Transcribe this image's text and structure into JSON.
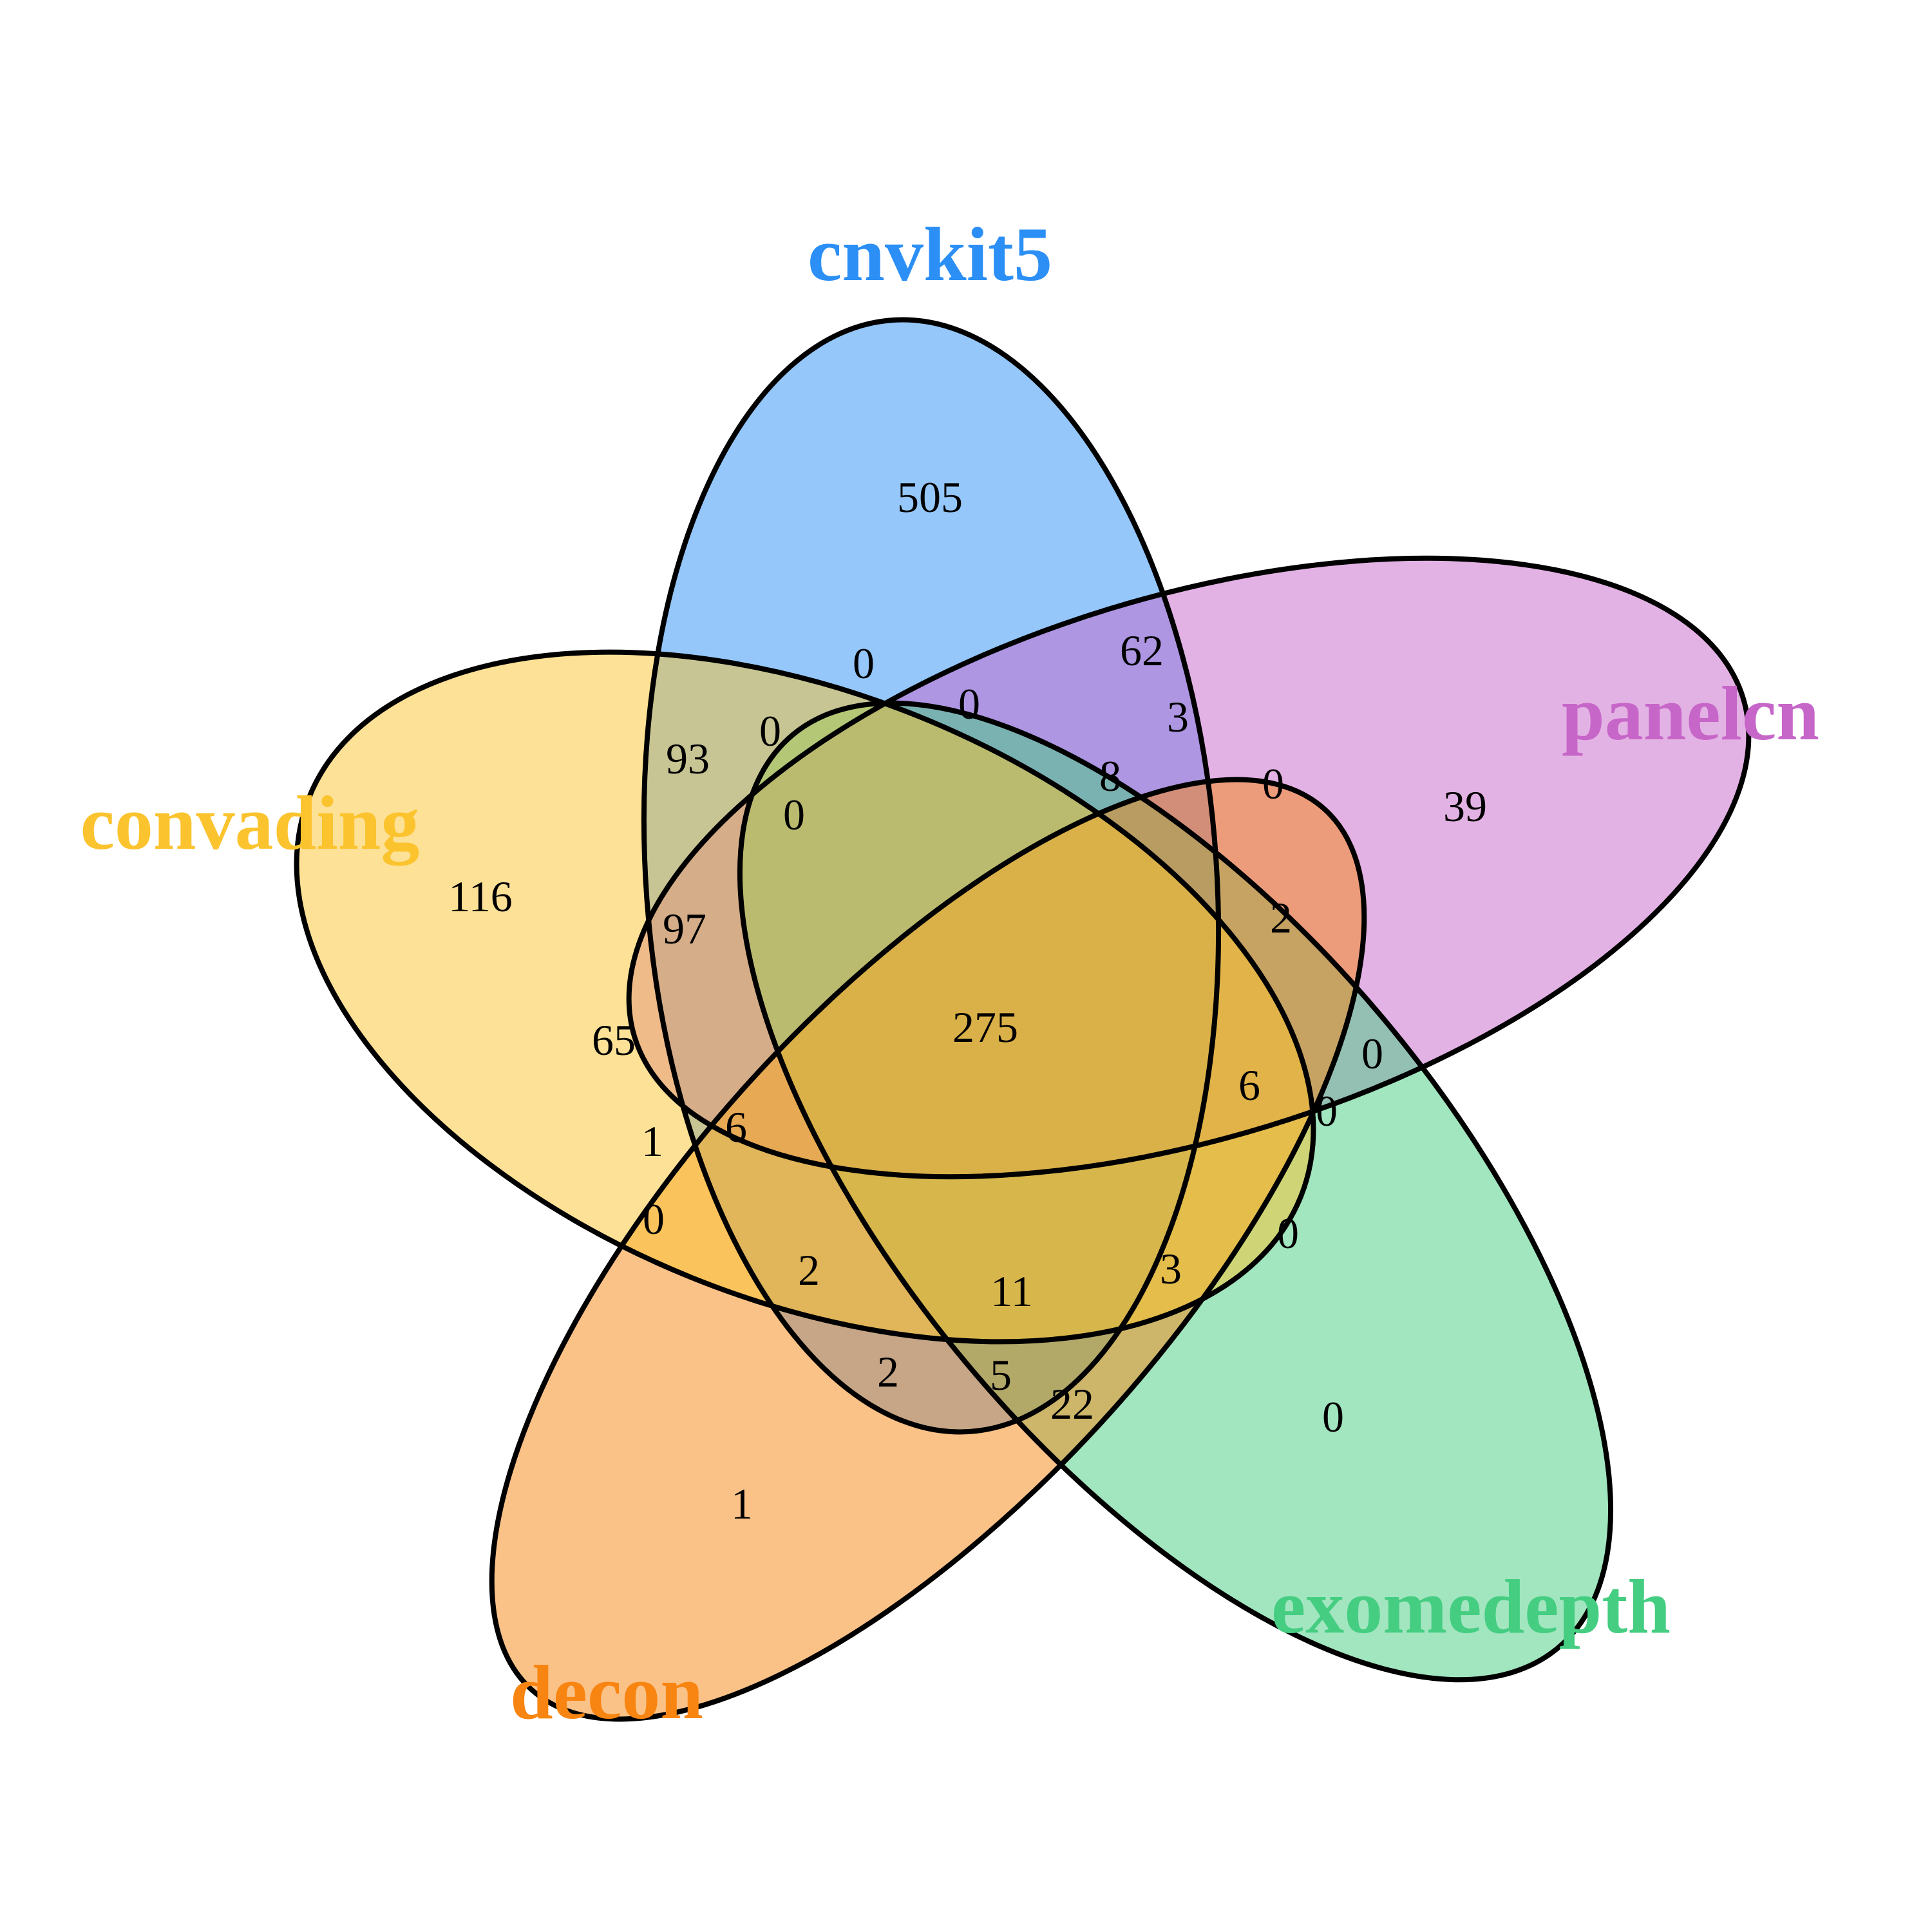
{
  "sets": [
    {
      "id": "cnvkit5",
      "label": "cnvkit5",
      "color": "#2B8FF5"
    },
    {
      "id": "panelcn",
      "label": "panelcn",
      "color": "#C766C9"
    },
    {
      "id": "exomedepth",
      "label": "exomedepth",
      "color": "#45CD82"
    },
    {
      "id": "decon",
      "label": "decon",
      "color": "#F88512"
    },
    {
      "id": "convading",
      "label": "convading",
      "color": "#FBC32D"
    }
  ],
  "regions": [
    {
      "sets": [
        "cnvkit5"
      ],
      "count": "505"
    },
    {
      "sets": [
        "panelcn"
      ],
      "count": "39"
    },
    {
      "sets": [
        "exomedepth"
      ],
      "count": "0"
    },
    {
      "sets": [
        "decon"
      ],
      "count": "1"
    },
    {
      "sets": [
        "convading"
      ],
      "count": "116"
    },
    {
      "sets": [
        "cnvkit5",
        "panelcn",
        "exomedepth",
        "decon",
        "convading"
      ],
      "count": "275"
    },
    {
      "sets": [
        "cnvkit5",
        "exomedepth"
      ],
      "count": "0"
    },
    {
      "sets": [
        "cnvkit5",
        "panelcn"
      ],
      "count": "62"
    },
    {
      "sets": [
        "cnvkit5",
        "panelcn",
        "exomedepth"
      ],
      "count": "0"
    },
    {
      "sets": [
        "cnvkit5",
        "panelcn",
        "decon"
      ],
      "count": "3"
    },
    {
      "sets": [
        "cnvkit5",
        "panelcn",
        "exomedepth",
        "decon"
      ],
      "count": "8"
    },
    {
      "sets": [
        "panelcn",
        "decon"
      ],
      "count": "0"
    },
    {
      "sets": [
        "panelcn",
        "exomedepth",
        "decon"
      ],
      "count": "2"
    },
    {
      "sets": [
        "panelcn",
        "exomedepth"
      ],
      "count": "0"
    },
    {
      "sets": [
        "panelcn",
        "exomedepth",
        "decon",
        "convading"
      ],
      "count": "6"
    },
    {
      "sets": [
        "panelcn",
        "exomedepth",
        "convading"
      ],
      "count": "0"
    },
    {
      "sets": [
        "exomedepth",
        "convading"
      ],
      "count": "0"
    },
    {
      "sets": [
        "exomedepth",
        "decon",
        "convading"
      ],
      "count": "3"
    },
    {
      "sets": [
        "cnvkit5",
        "exomedepth",
        "decon",
        "convading"
      ],
      "count": "11"
    },
    {
      "sets": [
        "exomedepth",
        "decon"
      ],
      "count": "22"
    },
    {
      "sets": [
        "cnvkit5",
        "exomedepth",
        "decon"
      ],
      "count": "5"
    },
    {
      "sets": [
        "cnvkit5",
        "decon"
      ],
      "count": "2"
    },
    {
      "sets": [
        "cnvkit5",
        "decon",
        "convading"
      ],
      "count": "2"
    },
    {
      "sets": [
        "decon",
        "convading"
      ],
      "count": "0"
    },
    {
      "sets": [
        "cnvkit5",
        "panelcn",
        "decon",
        "convading"
      ],
      "count": "6"
    },
    {
      "sets": [
        "panelcn",
        "decon",
        "convading"
      ],
      "count": "1"
    },
    {
      "sets": [
        "panelcn",
        "convading"
      ],
      "count": "65"
    },
    {
      "sets": [
        "cnvkit5",
        "panelcn",
        "convading"
      ],
      "count": "97"
    },
    {
      "sets": [
        "cnvkit5",
        "convading"
      ],
      "count": "93"
    },
    {
      "sets": [
        "cnvkit5",
        "exomedepth",
        "convading"
      ],
      "count": "0"
    },
    {
      "sets": [
        "cnvkit5",
        "panelcn",
        "exomedepth",
        "convading"
      ],
      "count": "0"
    }
  ]
}
